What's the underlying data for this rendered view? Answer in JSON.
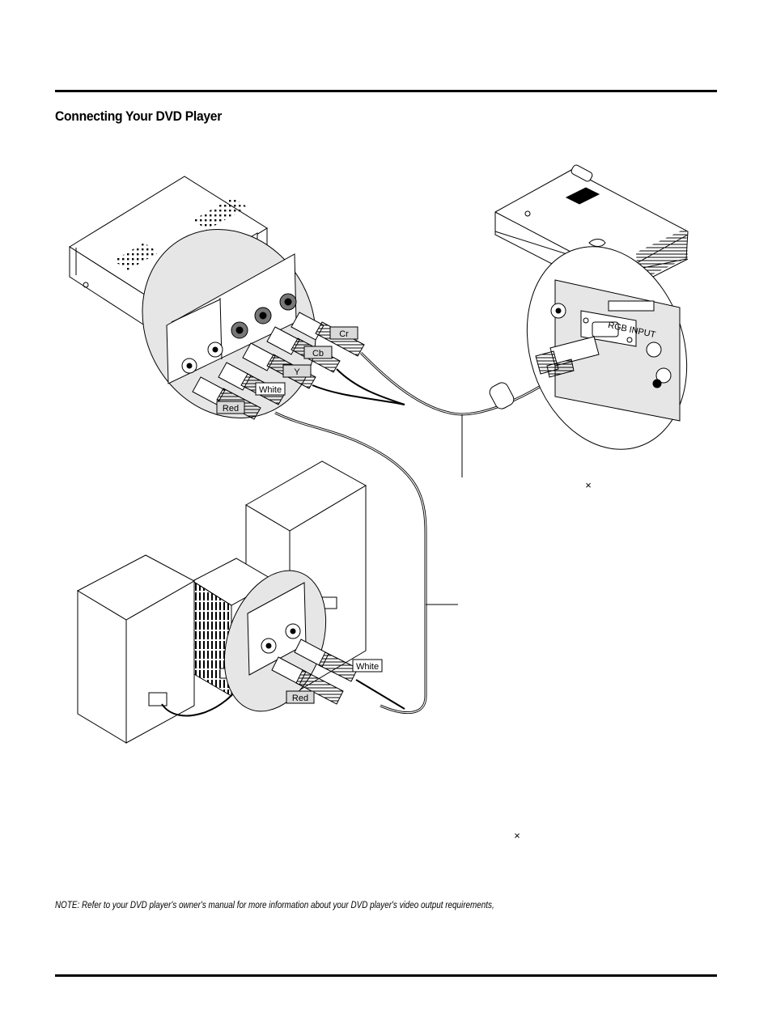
{
  "header": {
    "title": "Connecting Your DVD Player"
  },
  "diagram": {
    "component_labels": {
      "cr": "Cr",
      "cb": "Cb",
      "y": "Y",
      "white": "White",
      "red": "Red"
    },
    "speaker_labels": {
      "white": "White",
      "red": "Red"
    },
    "projector_port": "RGB INPUT",
    "multiply_mark_1": "×",
    "multiply_mark_2": "×"
  },
  "footer": {
    "note": "NOTE: Refer to your DVD player's owner's manual for more information about your DVD player's video output requirements,"
  }
}
